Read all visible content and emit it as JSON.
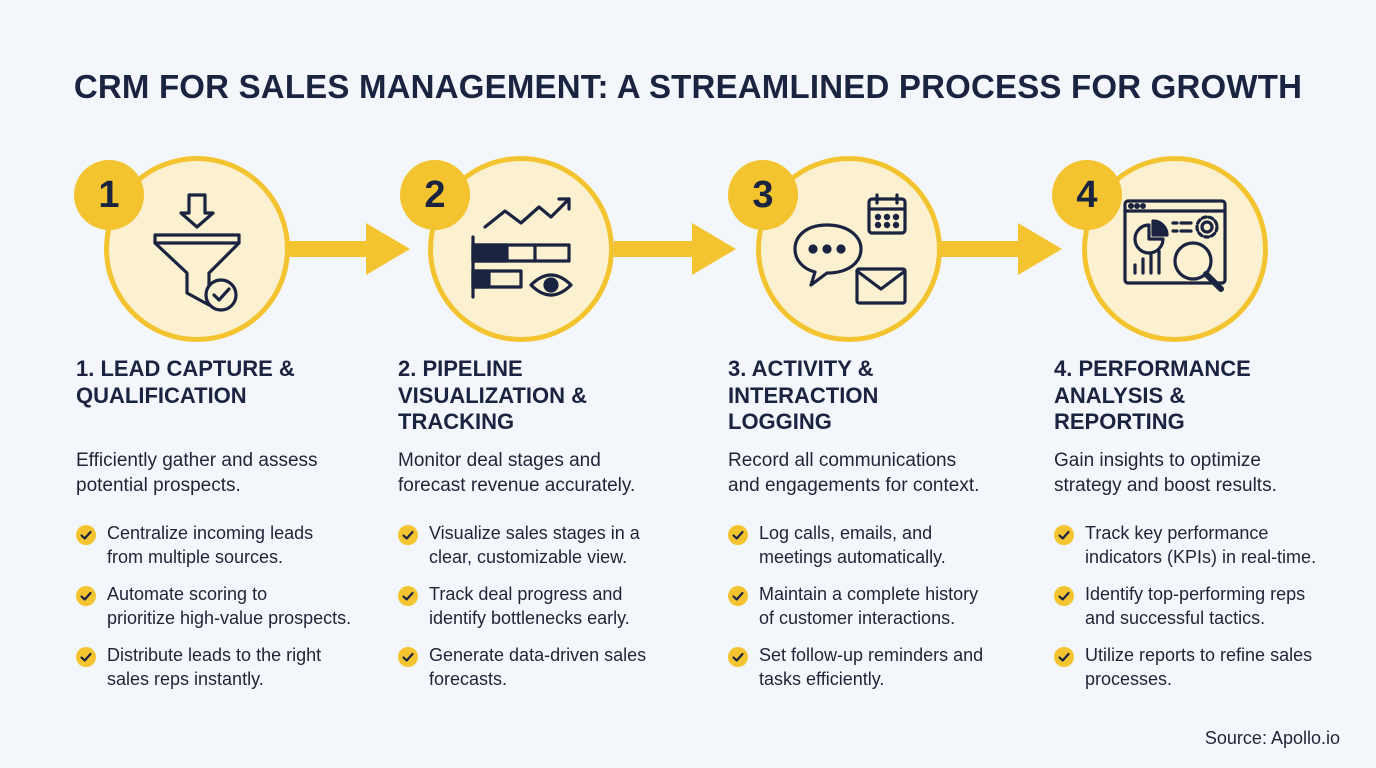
{
  "title": "CRM FOR SALES MANAGEMENT: A STREAMLINED PROCESS FOR GROWTH",
  "accent_color": "#f4c430",
  "circle_fill": "#fbf1d1",
  "text_color": "#1a2440",
  "steps": [
    {
      "number": "1",
      "icon": "funnel-check-icon",
      "title_lines": [
        "1. LEAD CAPTURE &",
        "QUALIFICATION"
      ],
      "desc_lines": [
        "Efficiently gather and assess",
        "potential prospects."
      ],
      "bullets": [
        [
          "Centralize incoming leads",
          "from multiple sources."
        ],
        [
          "Automate scoring to",
          "prioritize high-value prospects."
        ],
        [
          "Distribute leads to the right",
          "sales reps instantly."
        ]
      ]
    },
    {
      "number": "2",
      "icon": "pipeline-chart-eye-icon",
      "title_lines": [
        "2. PIPELINE",
        "VISUALIZATION &",
        "TRACKING"
      ],
      "desc_lines": [
        "Monitor deal stages and",
        "forecast revenue accurately."
      ],
      "bullets": [
        [
          "Visualize sales stages in a",
          "clear, customizable view."
        ],
        [
          "Track deal progress and",
          "identify bottlenecks early."
        ],
        [
          "Generate data-driven sales",
          "forecasts."
        ]
      ]
    },
    {
      "number": "3",
      "icon": "chat-calendar-mail-icon",
      "title_lines": [
        "3. ACTIVITY &",
        "INTERACTION",
        "LOGGING"
      ],
      "desc_lines": [
        "Record all communications",
        "and engagements for context."
      ],
      "bullets": [
        [
          "Log calls, emails, and",
          "meetings automatically."
        ],
        [
          "Maintain a complete history",
          "of customer interactions."
        ],
        [
          "Set follow-up reminders and",
          "tasks efficiently."
        ]
      ]
    },
    {
      "number": "4",
      "icon": "dashboard-magnifier-icon",
      "title_lines": [
        "4. PERFORMANCE",
        "ANALYSIS &",
        "REPORTING"
      ],
      "desc_lines": [
        "Gain insights to optimize",
        "strategy and boost results."
      ],
      "bullets": [
        [
          "Track key performance",
          "indicators (KPIs) in real-time."
        ],
        [
          "Identify top-performing reps",
          "and successful tactics."
        ],
        [
          "Utilize reports to refine sales",
          "processes."
        ]
      ]
    }
  ],
  "source": "Source: Apollo.io"
}
